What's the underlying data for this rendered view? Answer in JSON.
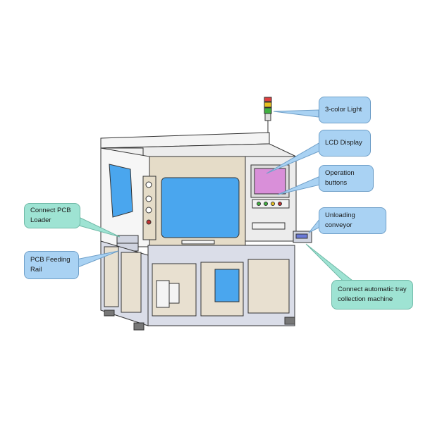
{
  "colors": {
    "callout_blue": "#a9d2f3",
    "callout_green": "#9ee3d3",
    "window_blue": "#4aa6ee",
    "display_pink": "#d98fd9",
    "cabinet_gray": "#dadde8",
    "door_beige": "#e5dcc8"
  },
  "labels": {
    "three_color_light": "3-color Light",
    "lcd_display": "LCD Display",
    "operation_buttons": "Operation buttons",
    "connect_pcb_loader": "Connect PCB Loader",
    "unloading_conveyor": "Unloading conveyor",
    "pcb_feeding_rail": "PCB Feeding Rail",
    "connect_tray_line1": "Connect automatic tray",
    "connect_tray_line2": "collection machine"
  }
}
